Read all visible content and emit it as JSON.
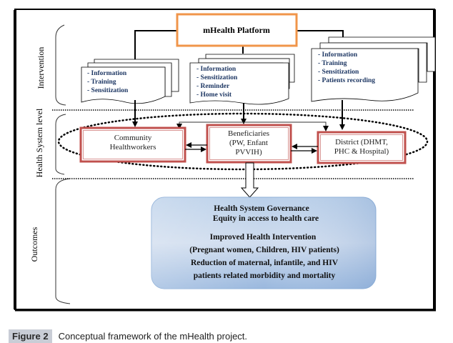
{
  "platform": {
    "label": "mHealth Platform"
  },
  "sections": {
    "intervention": "Intervention",
    "health_system": "Health System level",
    "outcomes": "Outcomes"
  },
  "interventions": {
    "left": [
      "- Information",
      "- Training",
      "- Sensitization"
    ],
    "middle": [
      "- Information",
      "- Sensitization",
      "- Reminder",
      "- Home visit"
    ],
    "right": [
      "- Information",
      "- Training",
      "- Sensitization",
      "- Patients recording"
    ]
  },
  "health_system": {
    "community": [
      "Community",
      "Healthworkers"
    ],
    "beneficiaries": [
      "Beneficiaries",
      "(PW, Enfant",
      "PVVIH)"
    ],
    "district": [
      "District (DHMT,",
      "PHC & Hospital)"
    ]
  },
  "outcomes": {
    "lines": [
      "Health System Governance",
      "Equity in access to health care",
      "Improved Health Intervention",
      "(Pregnant women, Children, HIV patients)",
      "Reduction of maternal, infantile, and HIV",
      "patients related morbidity and mortality"
    ]
  },
  "caption": {
    "label": "Figure 2",
    "text": "Conceptual framework of the mHealth project."
  },
  "colors": {
    "platform_border": "#f0954a",
    "node_border": "#c0504d",
    "intervention_text": "#1f3864",
    "outcome_fill_top": "#a9c4e4",
    "outcome_fill_bottom": "#dfe8f4"
  }
}
